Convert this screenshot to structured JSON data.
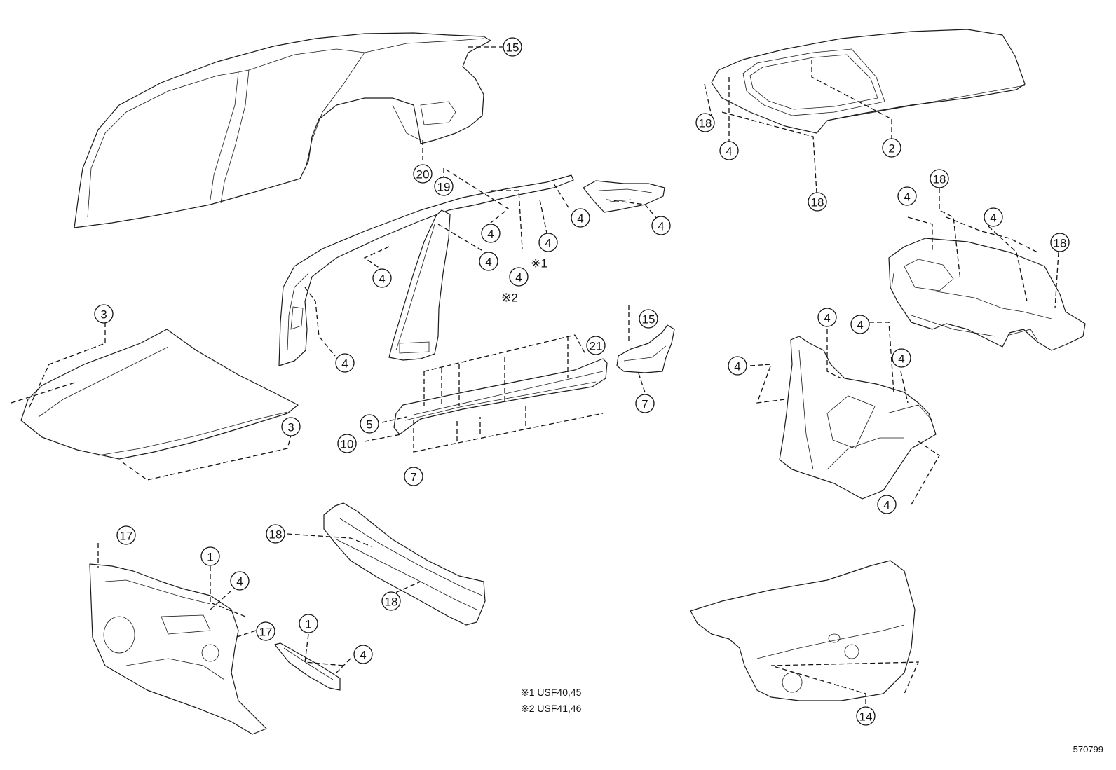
{
  "diagram": {
    "parts": [
      {
        "id": "side-panel"
      },
      {
        "id": "roof-panel"
      },
      {
        "id": "hood-panel"
      },
      {
        "id": "front-pillar-rail"
      },
      {
        "id": "center-pillar"
      },
      {
        "id": "roof-rail-bracket"
      },
      {
        "id": "rocker-panel"
      },
      {
        "id": "quarter-extension"
      },
      {
        "id": "rear-floor-pan"
      },
      {
        "id": "rear-inner-panel"
      },
      {
        "id": "dash-panel"
      },
      {
        "id": "cowl-panel"
      },
      {
        "id": "cowl-bracket"
      },
      {
        "id": "luggage-lid"
      }
    ],
    "callouts": [
      {
        "id": "c15-side",
        "label": "15"
      },
      {
        "id": "c20",
        "label": "20"
      },
      {
        "id": "c19",
        "label": "19"
      },
      {
        "id": "c4-a",
        "label": "4"
      },
      {
        "id": "c4-b",
        "label": "4",
        "mark": "※1"
      },
      {
        "id": "c4-c",
        "label": "4"
      },
      {
        "id": "c4-d",
        "label": "4"
      },
      {
        "id": "c4-e",
        "label": "4"
      },
      {
        "id": "c4-f",
        "label": "4",
        "mark": "※2"
      },
      {
        "id": "c4-g",
        "label": "4"
      },
      {
        "id": "c4-h",
        "label": "4"
      },
      {
        "id": "c18-roof-top",
        "label": "18"
      },
      {
        "id": "c4-roof",
        "label": "4"
      },
      {
        "id": "c2",
        "label": "2"
      },
      {
        "id": "c18-roof-bottom",
        "label": "18"
      },
      {
        "id": "c4-floor-a",
        "label": "4"
      },
      {
        "id": "c18-floor-a",
        "label": "18"
      },
      {
        "id": "c4-floor-b",
        "label": "4"
      },
      {
        "id": "c18-floor-b",
        "label": "18"
      },
      {
        "id": "c3-top",
        "label": "3"
      },
      {
        "id": "c3-bottom",
        "label": "3"
      },
      {
        "id": "c15-ext",
        "label": "15"
      },
      {
        "id": "c21",
        "label": "21"
      },
      {
        "id": "c7-ext",
        "label": "7"
      },
      {
        "id": "c5",
        "label": "5"
      },
      {
        "id": "c10",
        "label": "10"
      },
      {
        "id": "c7-rocker",
        "label": "7"
      },
      {
        "id": "c4-inner-a",
        "label": "4"
      },
      {
        "id": "c4-inner-b",
        "label": "4"
      },
      {
        "id": "c4-inner-c",
        "label": "4"
      },
      {
        "id": "c4-inner-d",
        "label": "4"
      },
      {
        "id": "c4-inner-e",
        "label": "4"
      },
      {
        "id": "c17-top",
        "label": "17"
      },
      {
        "id": "c1-top",
        "label": "1"
      },
      {
        "id": "c4-dash",
        "label": "4"
      },
      {
        "id": "c17-mid",
        "label": "17"
      },
      {
        "id": "c18-cowl-top",
        "label": "18"
      },
      {
        "id": "c18-cowl-bottom",
        "label": "18"
      },
      {
        "id": "c1-bracket",
        "label": "1"
      },
      {
        "id": "c4-bracket",
        "label": "4"
      },
      {
        "id": "c14",
        "label": "14"
      }
    ]
  },
  "notes": [
    {
      "id": "note-1",
      "text": "※1 USF40,45"
    },
    {
      "id": "note-2",
      "text": "※2 USF41,46"
    }
  ],
  "reference_number": "570799"
}
